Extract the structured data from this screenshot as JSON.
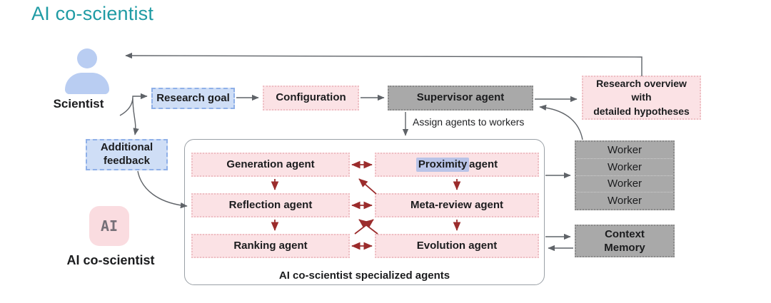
{
  "page": {
    "title": "AI co-scientist"
  },
  "colors": {
    "title_teal": "#1f9ba4",
    "box_blue_fill": "#cfdef6",
    "box_blue_border": "#8fb0e8",
    "box_pink_fill": "#fbe2e5",
    "box_pink_border": "#eebfc4",
    "box_gray_fill": "#a9a9a9",
    "box_gray_border": "#8a8a8a",
    "arrow_gray": "#5f6368",
    "arrow_red": "#9b2c2c",
    "highlight_blue": "#b9c4e8",
    "ai_icon_fill": "#fadce0"
  },
  "scientist": {
    "label": "Scientist"
  },
  "ai_co_scientist": {
    "icon_text": "AI",
    "label": "AI co-scientist"
  },
  "flow": {
    "research_goal": "Research goal",
    "configuration": "Configuration",
    "supervisor_agent": "Supervisor agent",
    "assign_label": "Assign agents to workers",
    "research_overview": {
      "lines": [
        "Research overview",
        "with",
        "detailed hypotheses"
      ]
    },
    "additional_feedback": {
      "lines": [
        "Additional",
        "feedback"
      ]
    }
  },
  "container": {
    "caption": "AI co-scientist specialized agents",
    "agents": [
      {
        "label": "Generation agent"
      },
      {
        "highlighted_word": "Proximity",
        "rest": " agent"
      },
      {
        "label": "Reflection agent"
      },
      {
        "label": "Meta-review agent"
      },
      {
        "label": "Ranking agent"
      },
      {
        "label": "Evolution agent"
      }
    ]
  },
  "workers": {
    "rows": [
      "Worker",
      "Worker",
      "Worker",
      "Worker"
    ]
  },
  "context_memory": {
    "lines": [
      "Context",
      "Memory"
    ]
  }
}
